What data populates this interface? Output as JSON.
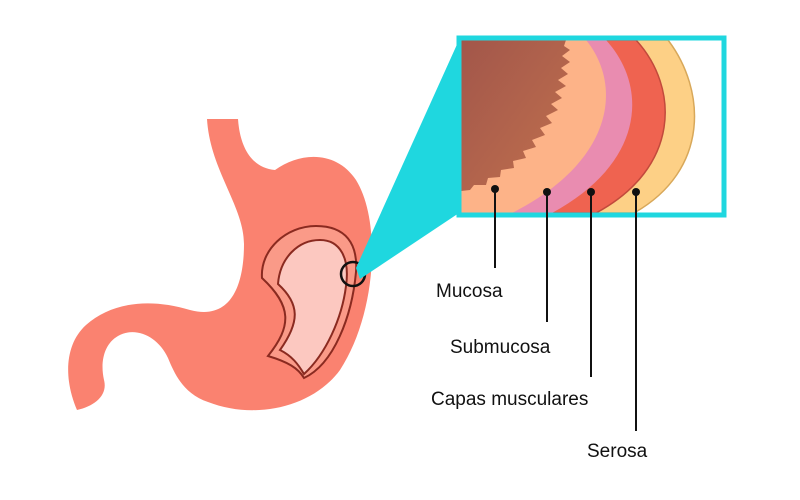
{
  "labels": {
    "mucosa": "Mucosa",
    "submucosa": "Submucosa",
    "muscular": "Capas musculares",
    "serosa": "Serosa"
  },
  "colors": {
    "stomach": "#fa8270",
    "stomach_inner": "#fcc8c0",
    "stomach_outline": "#8a2a20",
    "mucosa": "#b0604a",
    "submucosa": "#fdb388",
    "submucosa_2": "#e98cb0",
    "muscular": "#ef6350",
    "serosa": "#fdd086",
    "zoom_frame": "#1fd7df",
    "leader": "#111111"
  },
  "icons": {
    "zoom_marker": "circle-marker-icon"
  }
}
